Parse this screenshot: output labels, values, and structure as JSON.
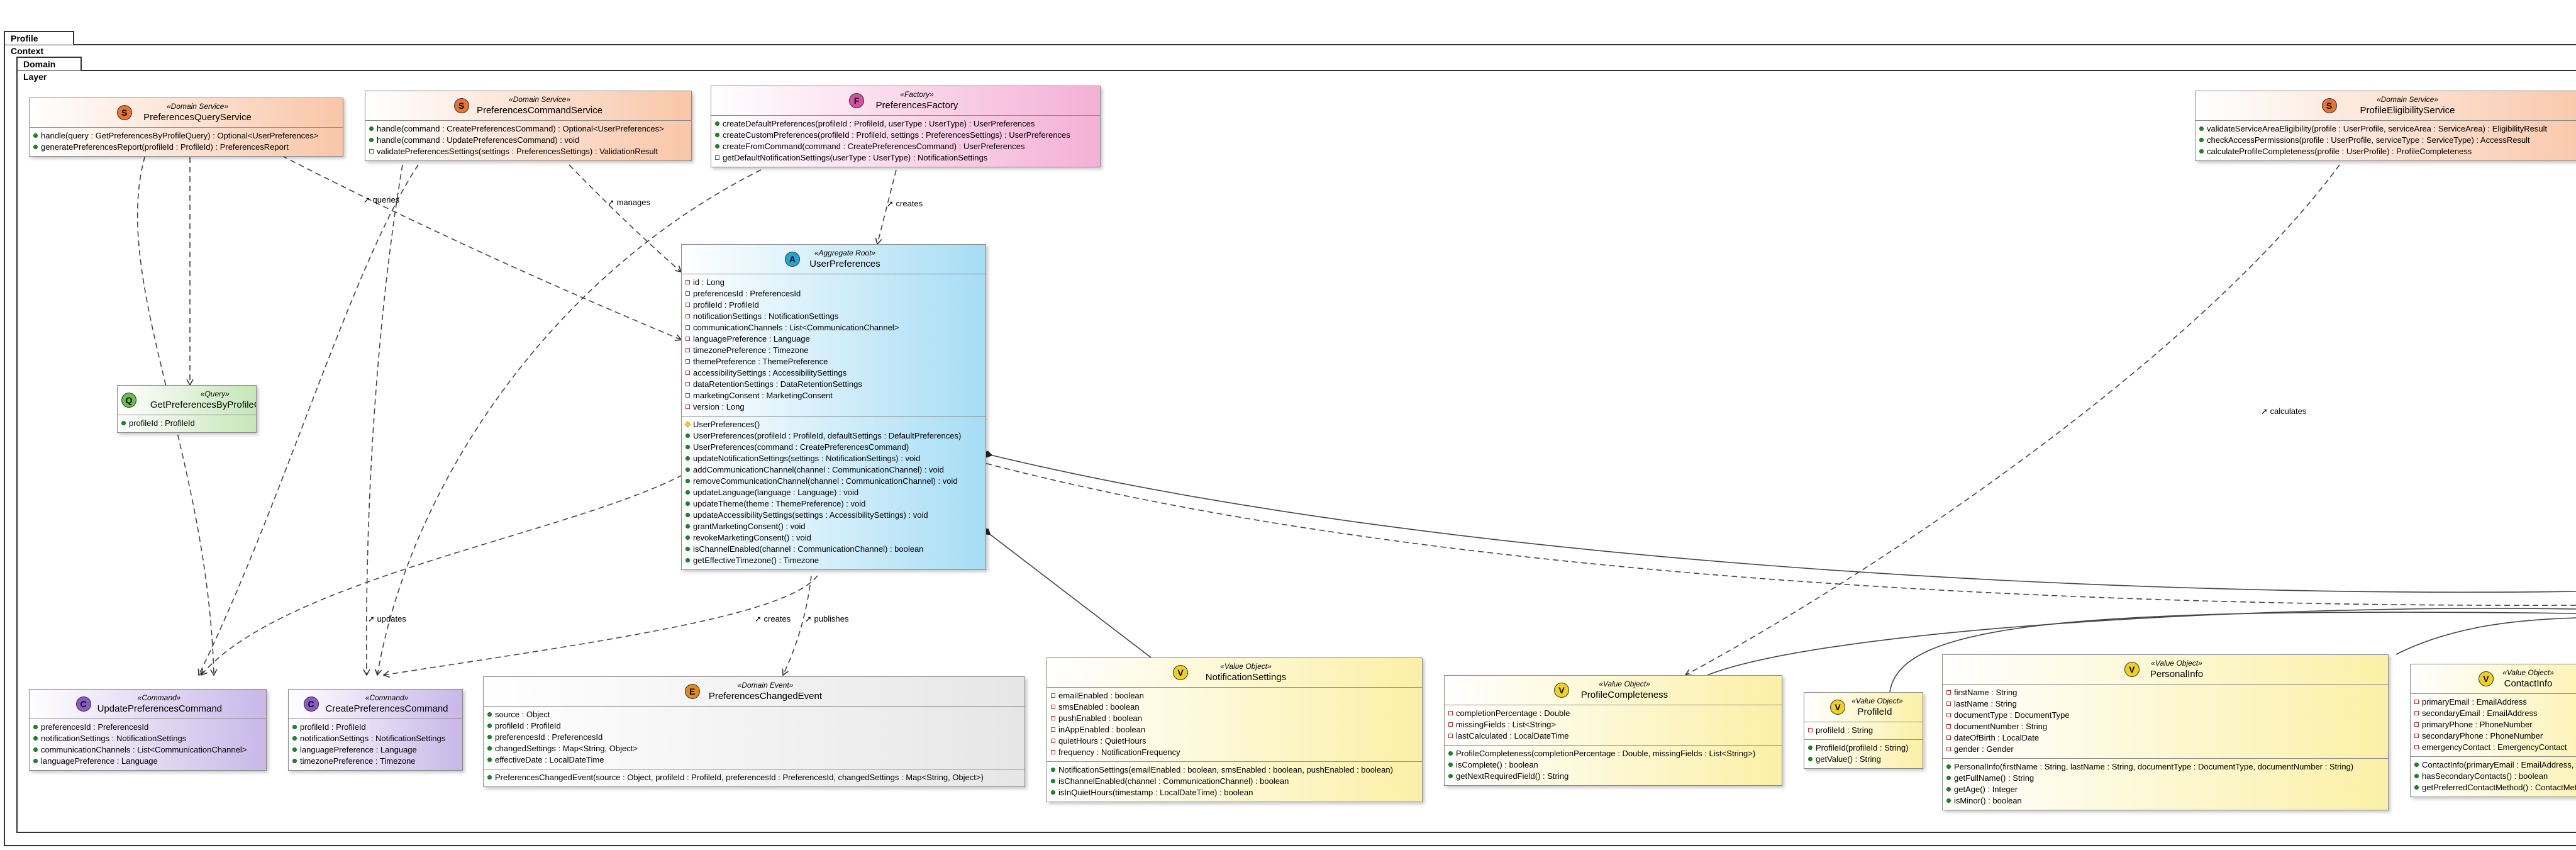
{
  "packages": {
    "outer": "Profile Context",
    "inner": "Domain Layer"
  },
  "colors": {
    "service": "#f9c6a8",
    "factory": "#f5b0d6",
    "aggregate": "#a6ddf5",
    "value_object": "#fbf0a6",
    "command": "#c9b7e8",
    "query": "#c6e6b8",
    "event": "#e6e6e6",
    "badge_service": "#e9742e",
    "badge_factory": "#d64fa0",
    "badge_aggregate": "#1fa8d6",
    "badge_value": "#f0d020",
    "badge_command": "#8a5bc8",
    "badge_query": "#6abf4a",
    "badge_event": "#e08a1e"
  },
  "classes": [
    {
      "id": "preferences-query-service",
      "badge": "S",
      "stereotype": "«Domain Service»",
      "name": "PreferencesQueryService",
      "fields": [],
      "methods": [
        {
          "vis": "pub",
          "text": "handle(query : GetPreferencesByProfileQuery) : Optional<UserPreferences>"
        },
        {
          "vis": "pub",
          "text": "generatePreferencesReport(profileId : ProfileId) : PreferencesReport"
        }
      ]
    },
    {
      "id": "preferences-command-service",
      "badge": "S",
      "stereotype": "«Domain Service»",
      "name": "PreferencesCommandService",
      "fields": [],
      "methods": [
        {
          "vis": "pub",
          "text": "handle(command : CreatePreferencesCommand) : Optional<UserPreferences>"
        },
        {
          "vis": "pub",
          "text": "handle(command : UpdatePreferencesCommand) : void"
        },
        {
          "vis": "priv",
          "text": "validatePreferencesSettings(settings : PreferencesSettings) : ValidationResult"
        }
      ]
    },
    {
      "id": "preferences-factory",
      "badge": "F",
      "stereotype": "«Factory»",
      "name": "PreferencesFactory",
      "fields": [],
      "methods": [
        {
          "vis": "pub",
          "text": "createDefaultPreferences(profileId : ProfileId, userType : UserType) : UserPreferences"
        },
        {
          "vis": "pub",
          "text": "createCustomPreferences(profileId : ProfileId, settings : PreferencesSettings) : UserPreferences"
        },
        {
          "vis": "pub",
          "text": "createFromCommand(command : CreatePreferencesCommand) : UserPreferences"
        },
        {
          "vis": "priv",
          "text": "getDefaultNotificationSettings(userType : UserType) : NotificationSettings"
        }
      ]
    },
    {
      "id": "profile-eligibility-service",
      "badge": "S",
      "stereotype": "«Domain Service»",
      "name": "ProfileEligibilityService",
      "fields": [],
      "methods": [
        {
          "vis": "pub",
          "text": "validateServiceAreaEligibility(profile : UserProfile, serviceArea : ServiceArea) : EligibilityResult"
        },
        {
          "vis": "pub",
          "text": "checkAccessPermissions(profile : UserProfile, serviceType : ServiceType) : AccessResult"
        },
        {
          "vis": "pub",
          "text": "calculateProfileCompleteness(profile : UserProfile) : ProfileCompleteness"
        }
      ]
    },
    {
      "id": "user-preferences",
      "badge": "A",
      "stereotype": "«Aggregate Root»",
      "name": "UserPreferences",
      "fields": [
        {
          "vis": "priv",
          "text": "id : Long"
        },
        {
          "vis": "priv",
          "text": "preferencesId : PreferencesId"
        },
        {
          "vis": "priv",
          "text": "profileId : ProfileId"
        },
        {
          "vis": "priv",
          "text": "notificationSettings : NotificationSettings"
        },
        {
          "vis": "priv",
          "text": "communicationChannels : List<CommunicationChannel>"
        },
        {
          "vis": "priv",
          "text": "languagePreference : Language"
        },
        {
          "vis": "priv",
          "text": "timezonePreference : Timezone"
        },
        {
          "vis": "priv",
          "text": "themePreference : ThemePreference"
        },
        {
          "vis": "priv",
          "text": "accessibilitySettings : AccessibilitySettings"
        },
        {
          "vis": "priv",
          "text": "dataRetentionSettings : DataRetentionSettings"
        },
        {
          "vis": "priv",
          "text": "marketingConsent : MarketingConsent"
        },
        {
          "vis": "priv",
          "text": "version : Long"
        }
      ],
      "methods": [
        {
          "vis": "prot",
          "text": "UserPreferences()"
        },
        {
          "vis": "pub",
          "text": "UserPreferences(profileId : ProfileId, defaultSettings : DefaultPreferences)"
        },
        {
          "vis": "pub",
          "text": "UserPreferences(command : CreatePreferencesCommand)"
        },
        {
          "vis": "pub",
          "text": "updateNotificationSettings(settings : NotificationSettings) : void"
        },
        {
          "vis": "pub",
          "text": "addCommunicationChannel(channel : CommunicationChannel) : void"
        },
        {
          "vis": "pub",
          "text": "removeCommunicationChannel(channel : CommunicationChannel) : void"
        },
        {
          "vis": "pub",
          "text": "updateLanguage(language : Language) : void"
        },
        {
          "vis": "pub",
          "text": "updateTheme(theme : ThemePreference) : void"
        },
        {
          "vis": "pub",
          "text": "updateAccessibilitySettings(settings : AccessibilitySettings) : void"
        },
        {
          "vis": "pub",
          "text": "grantMarketingConsent() : void"
        },
        {
          "vis": "pub",
          "text": "revokeMarketingConsent() : void"
        },
        {
          "vis": "pub",
          "text": "isChannelEnabled(channel : CommunicationChannel) : boolean"
        },
        {
          "vis": "pub",
          "text": "getEffectiveTimezone() : Timezone"
        }
      ]
    },
    {
      "id": "get-preferences-by-profile-query",
      "badge": "Q",
      "stereotype": "«Query»",
      "name": "GetPreferencesByProfileQuery",
      "fields": [
        {
          "vis": "pub",
          "text": "profileId : ProfileId"
        }
      ],
      "methods": []
    },
    {
      "id": "update-preferences-command",
      "badge": "C",
      "stereotype": "«Command»",
      "name": "UpdatePreferencesCommand",
      "fields": [
        {
          "vis": "pub",
          "text": "preferencesId : PreferencesId"
        },
        {
          "vis": "pub",
          "text": "notificationSettings : NotificationSettings"
        },
        {
          "vis": "pub",
          "text": "communicationChannels : List<CommunicationChannel>"
        },
        {
          "vis": "pub",
          "text": "languagePreference : Language"
        }
      ],
      "methods": []
    },
    {
      "id": "create-preferences-command",
      "badge": "C",
      "stereotype": "«Command»",
      "name": "CreatePreferencesCommand",
      "fields": [
        {
          "vis": "pub",
          "text": "profileId : ProfileId"
        },
        {
          "vis": "pub",
          "text": "notificationSettings : NotificationSettings"
        },
        {
          "vis": "pub",
          "text": "languagePreference : Language"
        },
        {
          "vis": "pub",
          "text": "timezonePreference : Timezone"
        }
      ],
      "methods": []
    },
    {
      "id": "preferences-changed-event",
      "badge": "E",
      "stereotype": "«Domain Event»",
      "name": "PreferencesChangedEvent",
      "fields": [
        {
          "vis": "pub",
          "text": "source : Object"
        },
        {
          "vis": "pub",
          "text": "profileId : ProfileId"
        },
        {
          "vis": "pub",
          "text": "preferencesId : PreferencesId"
        },
        {
          "vis": "pub",
          "text": "changedSettings : Map<String, Object>"
        },
        {
          "vis": "pub",
          "text": "effectiveDate : LocalDateTime"
        }
      ],
      "methods": [
        {
          "vis": "pub",
          "text": "PreferencesChangedEvent(source : Object, profileId : ProfileId, preferencesId : PreferencesId, changedSettings : Map<String, Object>)"
        }
      ]
    },
    {
      "id": "notification-settings",
      "badge": "V",
      "stereotype": "«Value Object»",
      "name": "NotificationSettings",
      "fields": [
        {
          "vis": "priv",
          "text": "emailEnabled : boolean"
        },
        {
          "vis": "priv",
          "text": "smsEnabled : boolean"
        },
        {
          "vis": "priv",
          "text": "pushEnabled : boolean"
        },
        {
          "vis": "priv",
          "text": "inAppEnabled : boolean"
        },
        {
          "vis": "priv",
          "text": "quietHours : QuietHours"
        },
        {
          "vis": "priv",
          "text": "frequency : NotificationFrequency"
        }
      ],
      "methods": [
        {
          "vis": "pub",
          "text": "NotificationSettings(emailEnabled : boolean, smsEnabled : boolean, pushEnabled : boolean)"
        },
        {
          "vis": "pub",
          "text": "isChannelEnabled(channel : CommunicationChannel) : boolean"
        },
        {
          "vis": "pub",
          "text": "isInQuietHours(timestamp : LocalDateTime) : boolean"
        }
      ]
    },
    {
      "id": "profile-completeness",
      "badge": "V",
      "stereotype": "«Value Object»",
      "name": "ProfileCompleteness",
      "fields": [
        {
          "vis": "priv",
          "text": "completionPercentage : Double"
        },
        {
          "vis": "priv",
          "text": "missingFields : List<String>"
        },
        {
          "vis": "priv",
          "text": "lastCalculated : LocalDateTime"
        }
      ],
      "methods": [
        {
          "vis": "pub",
          "text": "ProfileCompleteness(completionPercentage : Double, missingFields : List<String>)"
        },
        {
          "vis": "pub",
          "text": "isComplete() : boolean"
        },
        {
          "vis": "pub",
          "text": "getNextRequiredField() : String"
        }
      ]
    },
    {
      "id": "profile-id",
      "badge": "V",
      "stereotype": "«Value Object»",
      "name": "ProfileId",
      "fields": [
        {
          "vis": "priv",
          "text": "profileId : String"
        }
      ],
      "methods": [
        {
          "vis": "pub",
          "text": "ProfileId(profileId : String)"
        },
        {
          "vis": "pub",
          "text": "getValue() : String"
        }
      ]
    },
    {
      "id": "personal-info",
      "badge": "V",
      "stereotype": "«Value Object»",
      "name": "PersonalInfo",
      "fields": [
        {
          "vis": "priv",
          "text": "firstName : String"
        },
        {
          "vis": "priv",
          "text": "lastName : String"
        },
        {
          "vis": "priv",
          "text": "documentType : DocumentType"
        },
        {
          "vis": "priv",
          "text": "documentNumber : String"
        },
        {
          "vis": "priv",
          "text": "dateOfBirth : LocalDate"
        },
        {
          "vis": "priv",
          "text": "gender : Gender"
        }
      ],
      "methods": [
        {
          "vis": "pub",
          "text": "PersonalInfo(firstName : String, lastName : String, documentType : DocumentType, documentNumber : String)"
        },
        {
          "vis": "pub",
          "text": "getFullName() : String"
        },
        {
          "vis": "pub",
          "text": "getAge() : Integer"
        },
        {
          "vis": "pub",
          "text": "isMinor() : boolean"
        }
      ]
    },
    {
      "id": "contact-info",
      "badge": "V",
      "stereotype": "«Value Object»",
      "name": "ContactInfo",
      "fields": [
        {
          "vis": "priv",
          "text": "primaryEmail : EmailAddress"
        },
        {
          "vis": "priv",
          "text": "secondaryEmail : EmailAddress"
        },
        {
          "vis": "priv",
          "text": "primaryPhone : PhoneNumber"
        },
        {
          "vis": "priv",
          "text": "secondaryPhone : PhoneNumber"
        },
        {
          "vis": "priv",
          "text": "emergencyContact : EmergencyContact"
        }
      ],
      "methods": [
        {
          "vis": "pub",
          "text": "ContactInfo(primaryEmail : EmailAddress, ...)"
        },
        {
          "vis": "pub",
          "text": "hasSecondaryContacts() : boolean"
        },
        {
          "vis": "pub",
          "text": "getPreferredContactMethod() : ContactMethod"
        }
      ]
    }
  ],
  "relation_labels": {
    "queries": "queries",
    "manages": "manages",
    "creates": "creates",
    "calculates": "calculates",
    "updates": "updates",
    "publishes": "publishes"
  }
}
